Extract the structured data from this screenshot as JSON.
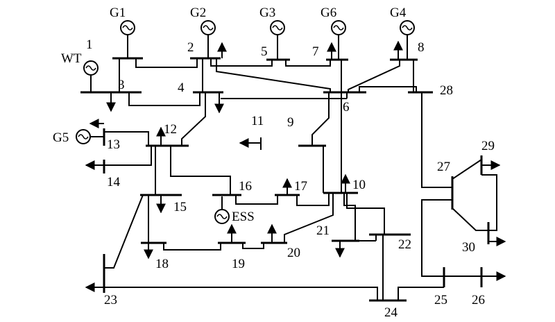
{
  "generators": {
    "g1": "G1",
    "g2": "G2",
    "g3": "G3",
    "g6": "G6",
    "g4": "G4",
    "g5": "G5",
    "wt": "WT",
    "ess": "ESS"
  },
  "buses": {
    "b1": "1",
    "b2": "2",
    "b3": "3",
    "b4": "4",
    "b5": "5",
    "b6": "6",
    "b7": "7",
    "b8": "8",
    "b9": "9",
    "b10": "10",
    "b11": "11",
    "b12": "12",
    "b13": "13",
    "b14": "14",
    "b15": "15",
    "b16": "16",
    "b17": "17",
    "b18": "18",
    "b19": "19",
    "b20": "20",
    "b21": "21",
    "b22": "22",
    "b23": "23",
    "b24": "24",
    "b25": "25",
    "b26": "26",
    "b27": "27",
    "b28": "28",
    "b29": "29",
    "b30": "30"
  }
}
